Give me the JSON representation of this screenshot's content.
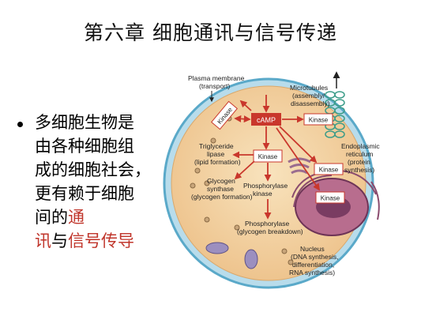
{
  "slide": {
    "title": "第六章  细胞通讯与信号传递",
    "bullet": {
      "line1": "多细胞生物是",
      "line2": "由各种细胞组",
      "line3": "成的细胞社会，",
      "line4": "更有赖于细胞",
      "line5_plain": "间的",
      "line5_red": "通",
      "line6_red1": "讯",
      "line6_plain": "与",
      "line6_red2": "信号传导"
    }
  },
  "diagram": {
    "plasma_membrane": "Plasma membrane",
    "plasma_membrane_sub": "(transport)",
    "microtubules_1": "Microtubules",
    "microtubules_2": "(assembly/",
    "microtubules_3": "disassembly)",
    "camp": "cAMP",
    "kinase": "Kinase",
    "triglyceride_1": "Triglyceride",
    "triglyceride_2": "lipase",
    "triglyceride_3": "(lipid formation)",
    "glycogen_synthase_1": "Glycogen",
    "glycogen_synthase_2": "synthase",
    "glycogen_synthase_3": "(glycogen formation)",
    "phosphorylase_kinase_1": "Phosphorylase",
    "phosphorylase_kinase_2": "kinase",
    "phosphorylase_1": "Phosphorylase",
    "phosphorylase_2": "(glycogen breakdown)",
    "er_1": "Endoplasmic",
    "er_2": "reticulum",
    "er_3": "(protein",
    "er_4": "synthesis)",
    "nucleus_1": "Nucleus",
    "nucleus_2": "(DNA synthesis,",
    "nucleus_3": "differentiation,",
    "nucleus_4": "RNA synthesis)",
    "colors": {
      "cell_fill": "#f3d6a6",
      "cell_border": "#5aa9c9",
      "camp_box": "#c9372c",
      "arrow": "#c9372c",
      "nucleus": "#a85a7c"
    }
  }
}
